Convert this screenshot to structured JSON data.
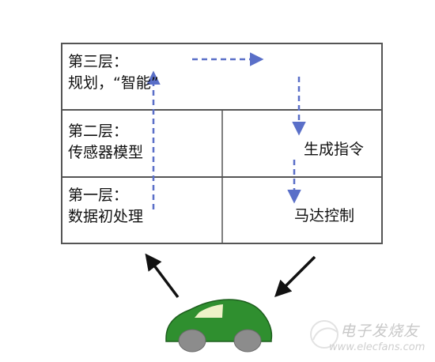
{
  "layers": [
    {
      "id": "layer-3",
      "title": "第三层：",
      "subtitle": "规划，“智能”"
    },
    {
      "id": "layer-2",
      "title": "第二层：",
      "subtitle": "传感器模型"
    },
    {
      "id": "layer-1",
      "title": "第一层：",
      "subtitle": "数据初处理"
    }
  ],
  "outputs": {
    "command": "生成指令",
    "motor": "马达控制"
  },
  "watermark": {
    "title": "电子发烧友",
    "url": "www.elecfans.com"
  },
  "colors": {
    "arrow_dashed": "#5a6fc8",
    "border": "#555555",
    "car_body": "#2f8f2f",
    "car_window": "#eef2c8",
    "wheel": "#8c8c8c",
    "arrow_solid": "#111111"
  }
}
